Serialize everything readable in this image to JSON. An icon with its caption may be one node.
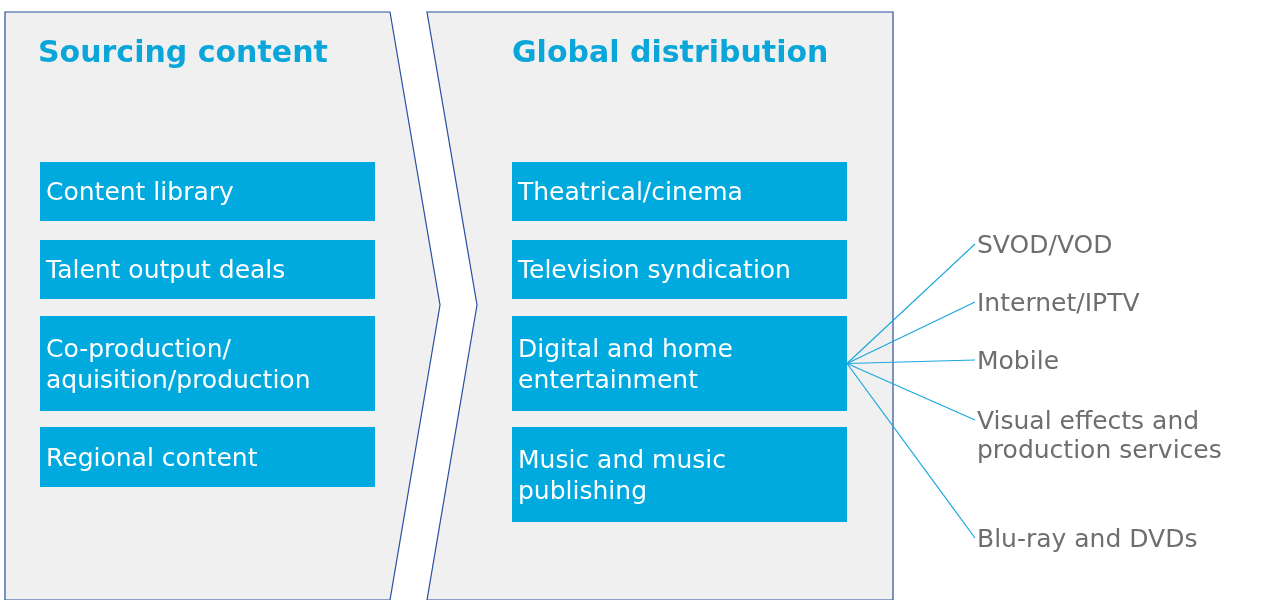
{
  "diagram": {
    "nodes": [
      {
        "text": [
          "Sourcing content"
        ]
      },
      {
        "text": [
          "Content library"
        ],
        "in": 0
      },
      {
        "text": [
          "Talent output deals"
        ],
        "in": 0
      },
      {
        "text": [
          "Co-production/ aquisition/production"
        ],
        "in": 0
      },
      {
        "text": [
          "Regional content"
        ],
        "in": 0
      },
      {
        "text": [
          "Global distribution"
        ]
      },
      {
        "text": [
          "Theatrical/cinema"
        ],
        "in": 5
      },
      {
        "text": [
          "Television syndication"
        ],
        "in": 5
      },
      {
        "text": [
          "Digital and home entertainment"
        ],
        "in": 5
      },
      {
        "text": [
          "Music and music publishing"
        ],
        "in": 5
      },
      {
        "text": [
          "SVOD/VOD"
        ]
      },
      {
        "text": [
          "Internet/IPTV"
        ]
      },
      {
        "text": [
          "Mobile"
        ]
      },
      {
        "text": [
          "Visual effects and production services"
        ]
      },
      {
        "text": [
          "Blu-ray and DVDs"
        ]
      }
    ],
    "edges": [
      {
        "from": 8,
        "to": 10,
        "arrow": "none"
      },
      {
        "from": 8,
        "to": 11,
        "arrow": "none"
      },
      {
        "from": 8,
        "to": 12,
        "arrow": "none"
      },
      {
        "from": 8,
        "to": 13,
        "arrow": "none"
      },
      {
        "from": 8,
        "to": 14,
        "arrow": "none"
      }
    ]
  }
}
